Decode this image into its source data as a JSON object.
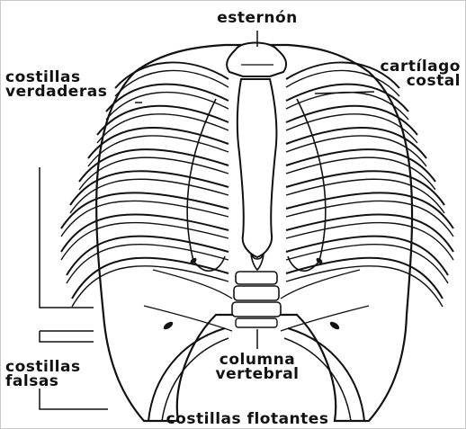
{
  "labels": {
    "sternum": "esternón",
    "costal_cartilage": [
      "cartílago",
      "costal"
    ],
    "true_ribs": [
      "costillas",
      "verdaderas"
    ],
    "false_ribs": [
      "costillas",
      "falsas"
    ],
    "spine": [
      "columna",
      "vertebral"
    ],
    "floating_ribs": "costillas flotantes"
  },
  "colors": {
    "ink": "#111111",
    "bone": "#ffffff",
    "shade": "#e9e9e9",
    "frame": "#c9c9c9"
  }
}
